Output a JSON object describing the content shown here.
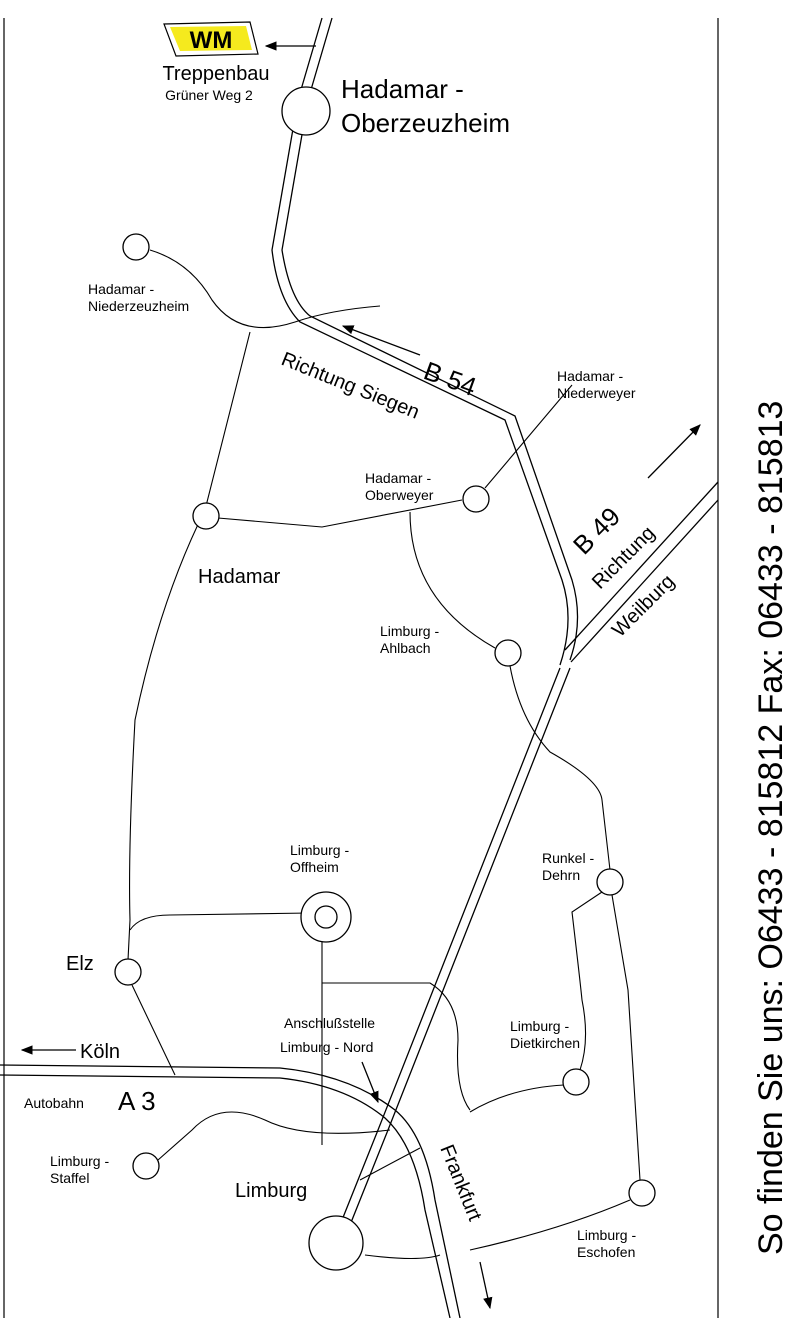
{
  "company": {
    "logo_text": "WM",
    "name": "Treppenbau",
    "address": "Grüner Weg 2"
  },
  "contact": {
    "headline": "So finden Sie uns:",
    "phone": "O6433 - 815812",
    "fax": "Fax: 06433 - 815813"
  },
  "places": {
    "oberzeuzheim_1": "Hadamar -",
    "oberzeuzheim_2": "Oberzeuzheim",
    "niederzeuzheim_1": "Hadamar -",
    "niederzeuzheim_2": "Niederzeuzheim",
    "niederweyer_1": "Hadamar -",
    "niederweyer_2": "Niederweyer",
    "oberweyer_1": "Hadamar -",
    "oberweyer_2": "Oberweyer",
    "hadamar": "Hadamar",
    "ahlbach_1": "Limburg -",
    "ahlbach_2": "Ahlbach",
    "offheim_1": "Limburg -",
    "offheim_2": "Offheim",
    "dehrn_1": "Runkel -",
    "dehrn_2": "Dehrn",
    "elz": "Elz",
    "dietkirchen_1": "Limburg -",
    "dietkirchen_2": "Dietkirchen",
    "staffel_1": "Limburg -",
    "staffel_2": "Staffel",
    "limburg": "Limburg",
    "eschofen_1": "Limburg -",
    "eschofen_2": "Eschofen"
  },
  "roads": {
    "b54": "B 54",
    "b54_direction": "Richtung Siegen",
    "b49": "B 49",
    "b49_direction_1": "Richtung",
    "b49_direction_2": "Weilburg",
    "a3_label_1": "Autobahn",
    "a3_label_2": "A 3",
    "koeln": "Köln",
    "frankfurt": "Frankfurt",
    "junction_1": "Anschlußstelle",
    "junction_2": "Limburg - Nord"
  },
  "colors": {
    "logo": "#f5ea1e",
    "ink": "#000000",
    "background": "#ffffff"
  }
}
